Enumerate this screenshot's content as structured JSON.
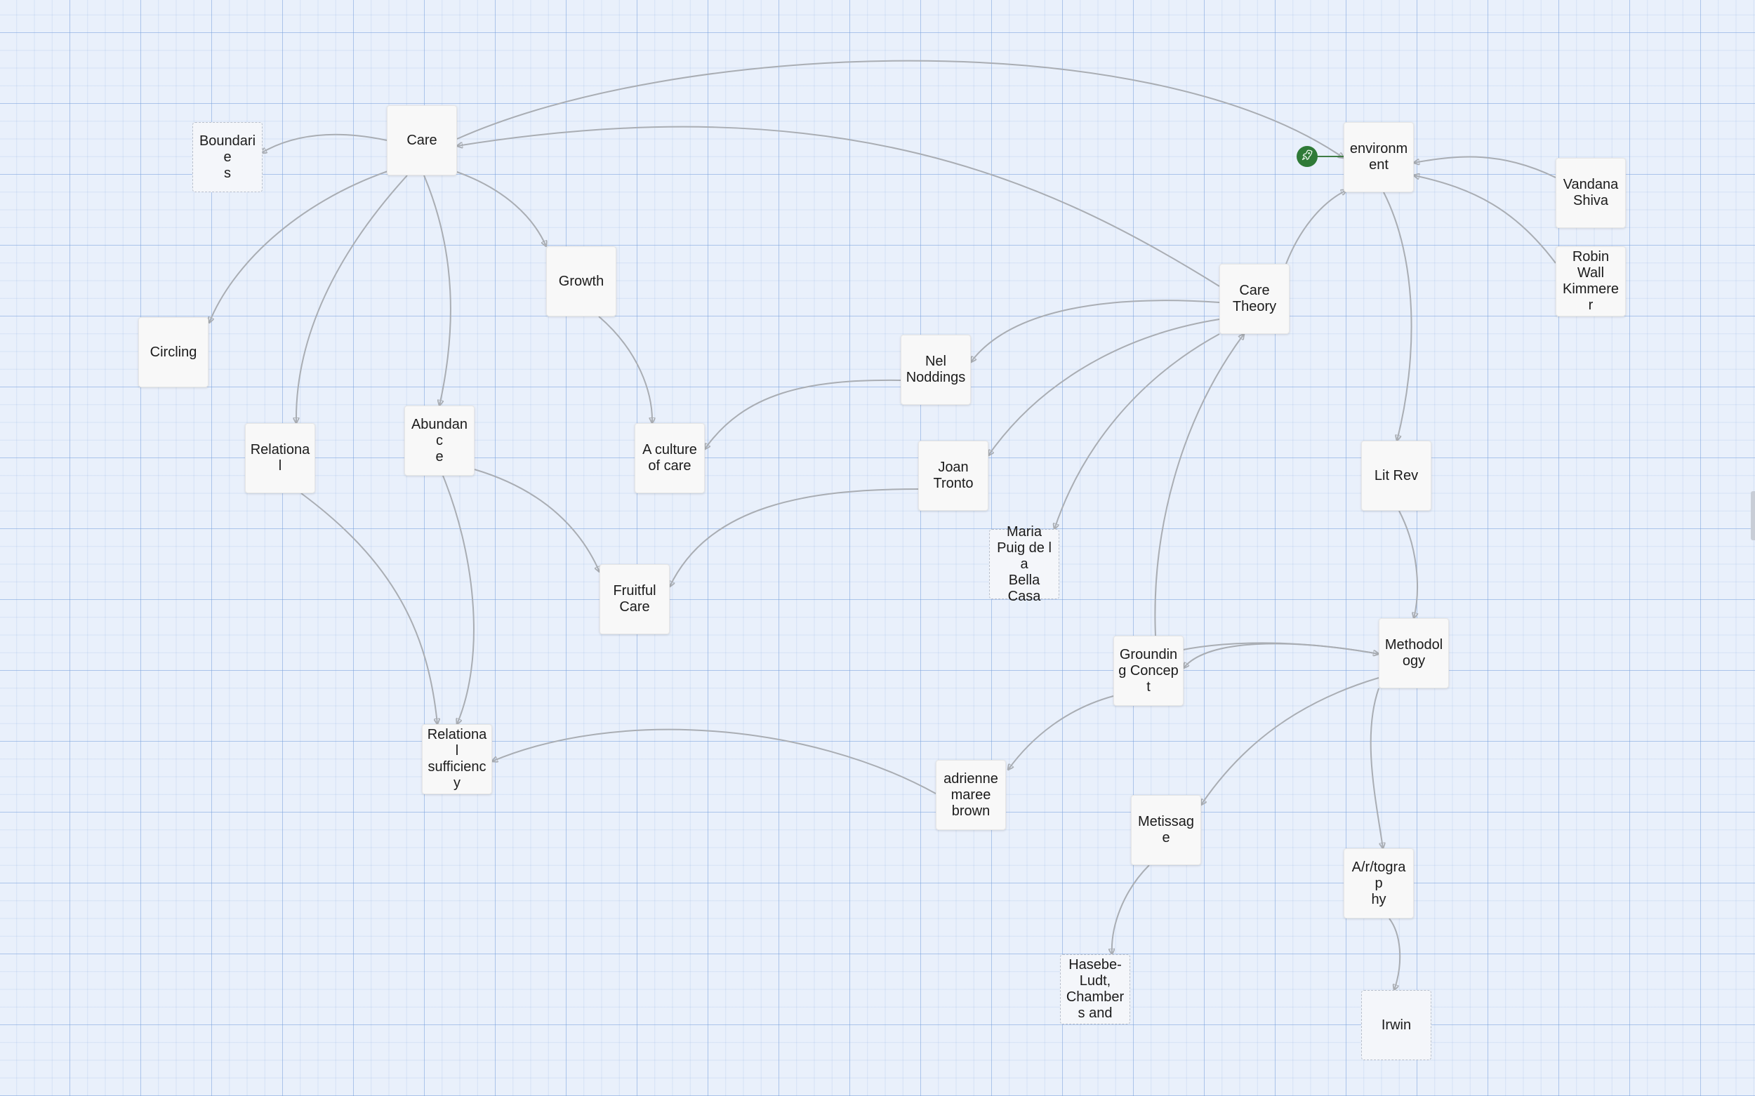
{
  "nodes": [
    {
      "id": "care",
      "label": "Care"
    },
    {
      "id": "boundaries",
      "label": "Boundarie\ns"
    },
    {
      "id": "growth",
      "label": "Growth"
    },
    {
      "id": "circling",
      "label": "Circling"
    },
    {
      "id": "relational",
      "label": "Relational"
    },
    {
      "id": "abundance",
      "label": "Abundanc\ne"
    },
    {
      "id": "culture_of_care",
      "label": "A culture\nof care"
    },
    {
      "id": "fruitful_care",
      "label": "Fruitful\nCare"
    },
    {
      "id": "relational_sufficiency",
      "label": "Relational\nsufficienc\ny"
    },
    {
      "id": "nel_noddings",
      "label": "Nel\nNoddings"
    },
    {
      "id": "joan_tronto",
      "label": "Joan\nTronto"
    },
    {
      "id": "maria_puig",
      "label": "Maria\nPuig de la\nBella\nCasa"
    },
    {
      "id": "care_theory",
      "label": "Care\nTheory"
    },
    {
      "id": "environment",
      "label": "environm\nent"
    },
    {
      "id": "vandana_shiva",
      "label": "Vandana\nShiva"
    },
    {
      "id": "robin_wall_kimmerer",
      "label": "Robin\nWall\nKimmerer"
    },
    {
      "id": "lit_rev",
      "label": "Lit Rev"
    },
    {
      "id": "methodology",
      "label": "Methodol\nogy"
    },
    {
      "id": "grounding_concept",
      "label": "Groundin\ng Concept"
    },
    {
      "id": "adrienne_maree_brown",
      "label": "adrienne\nmaree\nbrown"
    },
    {
      "id": "metissage",
      "label": "Metissage"
    },
    {
      "id": "artography",
      "label": "A/r/tograp\nhy"
    },
    {
      "id": "hasebe_ludt",
      "label": "Hasebe-\nLudt,\nChamber\ns and"
    },
    {
      "id": "irwin",
      "label": "Irwin"
    }
  ],
  "edges": [
    {
      "from": "care",
      "to": "boundaries"
    },
    {
      "from": "care",
      "to": "growth"
    },
    {
      "from": "care",
      "to": "circling"
    },
    {
      "from": "care",
      "to": "relational"
    },
    {
      "from": "care",
      "to": "abundance"
    },
    {
      "from": "care",
      "to": "environment"
    },
    {
      "from": "care_theory",
      "to": "care"
    },
    {
      "from": "growth",
      "to": "culture_of_care"
    },
    {
      "from": "abundance",
      "to": "fruitful_care"
    },
    {
      "from": "abundance",
      "to": "relational_sufficiency"
    },
    {
      "from": "relational",
      "to": "relational_sufficiency"
    },
    {
      "from": "nel_noddings",
      "to": "culture_of_care"
    },
    {
      "from": "joan_tronto",
      "to": "fruitful_care"
    },
    {
      "from": "care_theory",
      "to": "nel_noddings"
    },
    {
      "from": "care_theory",
      "to": "joan_tronto"
    },
    {
      "from": "care_theory",
      "to": "maria_puig"
    },
    {
      "from": "care_theory",
      "to": "environment"
    },
    {
      "from": "grounding_concept",
      "to": "care_theory"
    },
    {
      "from": "vandana_shiva",
      "to": "environment"
    },
    {
      "from": "robin_wall_kimmerer",
      "to": "environment"
    },
    {
      "from": "environment",
      "to": "lit_rev"
    },
    {
      "from": "lit_rev",
      "to": "methodology"
    },
    {
      "from": "grounding_concept",
      "to": "methodology"
    },
    {
      "from": "methodology",
      "to": "grounding_concept"
    },
    {
      "from": "grounding_concept",
      "to": "adrienne_maree_brown"
    },
    {
      "from": "adrienne_maree_brown",
      "to": "relational_sufficiency"
    },
    {
      "from": "methodology",
      "to": "metissage"
    },
    {
      "from": "methodology",
      "to": "artography"
    },
    {
      "from": "metissage",
      "to": "hasebe_ludt"
    },
    {
      "from": "artography",
      "to": "irwin"
    }
  ],
  "colors": {
    "canvas_background": "#e9f0fb",
    "grid_line": "#9bb7e3",
    "edge": "#a9adb3",
    "card_background": "#f8f8f8",
    "rocket_badge": "#2f7a37"
  },
  "icons": {
    "rocket": "rocket-icon"
  }
}
